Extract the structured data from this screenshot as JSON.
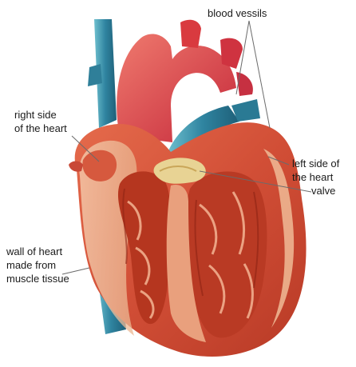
{
  "labels": {
    "blood_vessels": "blood vessils",
    "right_side": "right side\nof the heart",
    "left_side": "left side of\nthe heart",
    "valve": "valve",
    "wall": "wall of heart\nmade from\nmuscle tissue"
  },
  "colors": {
    "muscle": "#d4533b",
    "muscle_dark": "#a8281c",
    "muscle_light": "#f0a784",
    "aorta": "#d93a3f",
    "vein_blue": "#2f7f99",
    "vein_blue_light": "#5fb3c4",
    "fat_yellow": "#e9d39a",
    "pale_tissue": "#f2c6a2"
  }
}
